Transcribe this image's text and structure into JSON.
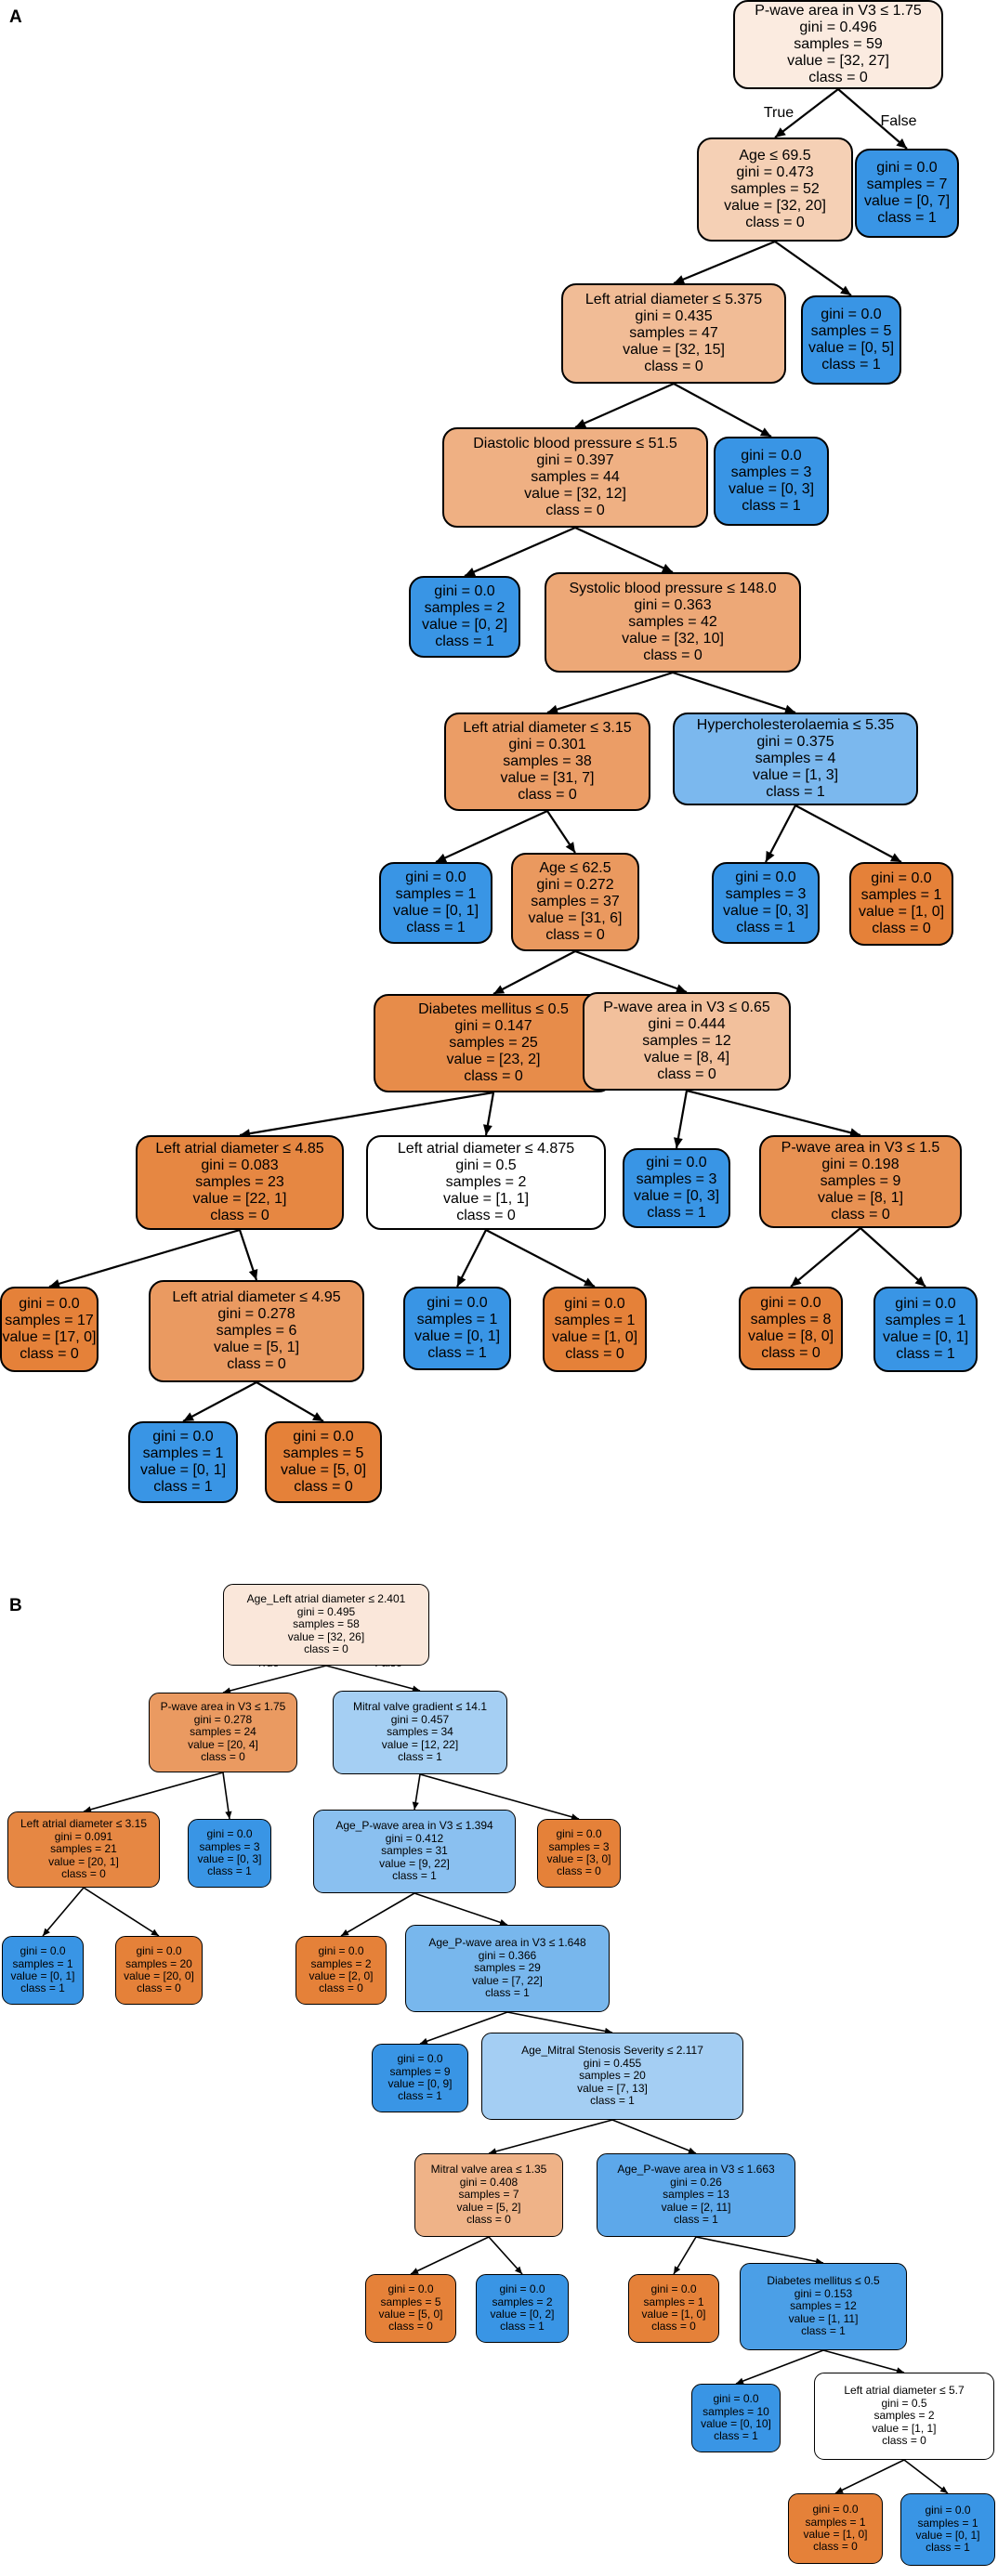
{
  "colors": {
    "class0": [
      229,
      129,
      57
    ],
    "class1": [
      57,
      149,
      229
    ],
    "line": "#000000",
    "background": "#ffffff"
  },
  "panel_a": {
    "label": "A",
    "true_label": "True",
    "false_label": "False",
    "nodes": [
      {
        "lines": [
          "P-wave area in V3 ≤ 1.75",
          "gini = 0.496",
          "samples = 59",
          "value = [32, 27]",
          "class = 0"
        ],
        "value": [
          32,
          27
        ],
        "class": 0
      },
      {
        "lines": [
          "Age ≤ 69.5",
          "gini = 0.473",
          "samples = 52",
          "value = [32, 20]",
          "class = 0"
        ],
        "value": [
          32,
          20
        ],
        "class": 0
      },
      {
        "lines": [
          "gini = 0.0",
          "samples = 7",
          "value = [0, 7]",
          "class = 1"
        ],
        "value": [
          0,
          7
        ],
        "class": 1
      },
      {
        "lines": [
          "Left atrial diameter ≤ 5.375",
          "gini = 0.435",
          "samples = 47",
          "value = [32, 15]",
          "class = 0"
        ],
        "value": [
          32,
          15
        ],
        "class": 0
      },
      {
        "lines": [
          "gini = 0.0",
          "samples = 5",
          "value = [0, 5]",
          "class = 1"
        ],
        "value": [
          0,
          5
        ],
        "class": 1
      },
      {
        "lines": [
          "Diastolic blood pressure ≤ 51.5",
          "gini = 0.397",
          "samples = 44",
          "value = [32, 12]",
          "class = 0"
        ],
        "value": [
          32,
          12
        ],
        "class": 0
      },
      {
        "lines": [
          "gini = 0.0",
          "samples = 3",
          "value = [0, 3]",
          "class = 1"
        ],
        "value": [
          0,
          3
        ],
        "class": 1
      },
      {
        "lines": [
          "gini = 0.0",
          "samples = 2",
          "value = [0, 2]",
          "class = 1"
        ],
        "value": [
          0,
          2
        ],
        "class": 1
      },
      {
        "lines": [
          "Systolic blood pressure ≤ 148.0",
          "gini = 0.363",
          "samples = 42",
          "value = [32, 10]",
          "class = 0"
        ],
        "value": [
          32,
          10
        ],
        "class": 0
      },
      {
        "lines": [
          "Left atrial diameter ≤ 3.15",
          "gini = 0.301",
          "samples = 38",
          "value = [31, 7]",
          "class = 0"
        ],
        "value": [
          31,
          7
        ],
        "class": 0
      },
      {
        "lines": [
          "Hypercholesterolaemia ≤ 5.35",
          "gini = 0.375",
          "samples = 4",
          "value = [1, 3]",
          "class = 1"
        ],
        "value": [
          1,
          3
        ],
        "class": 1
      },
      {
        "lines": [
          "gini = 0.0",
          "samples = 1",
          "value = [0, 1]",
          "class = 1"
        ],
        "value": [
          0,
          1
        ],
        "class": 1
      },
      {
        "lines": [
          "Age ≤ 62.5",
          "gini = 0.272",
          "samples = 37",
          "value = [31, 6]",
          "class = 0"
        ],
        "value": [
          31,
          6
        ],
        "class": 0
      },
      {
        "lines": [
          "gini = 0.0",
          "samples = 3",
          "value = [0, 3]",
          "class = 1"
        ],
        "value": [
          0,
          3
        ],
        "class": 1
      },
      {
        "lines": [
          "gini = 0.0",
          "samples = 1",
          "value = [1, 0]",
          "class = 0"
        ],
        "value": [
          1,
          0
        ],
        "class": 0
      },
      {
        "lines": [
          "Diabetes mellitus ≤ 0.5",
          "gini = 0.147",
          "samples = 25",
          "value = [23, 2]",
          "class = 0"
        ],
        "value": [
          23,
          2
        ],
        "class": 0
      },
      {
        "lines": [
          "P-wave area in V3 ≤ 0.65",
          "gini = 0.444",
          "samples = 12",
          "value = [8, 4]",
          "class = 0"
        ],
        "value": [
          8,
          4
        ],
        "class": 0
      },
      {
        "lines": [
          "Left atrial diameter ≤ 4.85",
          "gini = 0.083",
          "samples = 23",
          "value = [22, 1]",
          "class = 0"
        ],
        "value": [
          22,
          1
        ],
        "class": 0
      },
      {
        "lines": [
          "Left atrial diameter ≤ 4.875",
          "gini = 0.5",
          "samples = 2",
          "value = [1, 1]",
          "class = 0"
        ],
        "value": [
          1,
          1
        ],
        "class": 0
      },
      {
        "lines": [
          "gini = 0.0",
          "samples = 3",
          "value = [0, 3]",
          "class = 1"
        ],
        "value": [
          0,
          3
        ],
        "class": 1
      },
      {
        "lines": [
          "P-wave area in V3 ≤ 1.5",
          "gini = 0.198",
          "samples = 9",
          "value = [8, 1]",
          "class = 0"
        ],
        "value": [
          8,
          1
        ],
        "class": 0
      },
      {
        "lines": [
          "gini = 0.0",
          "samples = 17",
          "value = [17, 0]",
          "class = 0"
        ],
        "value": [
          17,
          0
        ],
        "class": 0
      },
      {
        "lines": [
          "Left atrial diameter ≤ 4.95",
          "gini = 0.278",
          "samples = 6",
          "value = [5, 1]",
          "class = 0"
        ],
        "value": [
          5,
          1
        ],
        "class": 0
      },
      {
        "lines": [
          "gini = 0.0",
          "samples = 1",
          "value = [0, 1]",
          "class = 1"
        ],
        "value": [
          0,
          1
        ],
        "class": 1
      },
      {
        "lines": [
          "gini = 0.0",
          "samples = 1",
          "value = [1, 0]",
          "class = 0"
        ],
        "value": [
          1,
          0
        ],
        "class": 0
      },
      {
        "lines": [
          "gini = 0.0",
          "samples = 8",
          "value = [8, 0]",
          "class = 0"
        ],
        "value": [
          8,
          0
        ],
        "class": 0
      },
      {
        "lines": [
          "gini = 0.0",
          "samples = 1",
          "value = [0, 1]",
          "class = 1"
        ],
        "value": [
          0,
          1
        ],
        "class": 1
      },
      {
        "lines": [
          "gini = 0.0",
          "samples = 1",
          "value = [0, 1]",
          "class = 1"
        ],
        "value": [
          0,
          1
        ],
        "class": 1
      },
      {
        "lines": [
          "gini = 0.0",
          "samples = 5",
          "value = [5, 0]",
          "class = 0"
        ],
        "value": [
          5,
          0
        ],
        "class": 0
      }
    ],
    "edges": [
      [
        0,
        1
      ],
      [
        0,
        2
      ],
      [
        1,
        3
      ],
      [
        1,
        4
      ],
      [
        3,
        5
      ],
      [
        3,
        6
      ],
      [
        5,
        7
      ],
      [
        5,
        8
      ],
      [
        8,
        9
      ],
      [
        8,
        10
      ],
      [
        9,
        11
      ],
      [
        9,
        12
      ],
      [
        10,
        13
      ],
      [
        10,
        14
      ],
      [
        12,
        15
      ],
      [
        12,
        16
      ],
      [
        15,
        17
      ],
      [
        15,
        18
      ],
      [
        16,
        19
      ],
      [
        16,
        20
      ],
      [
        17,
        21
      ],
      [
        17,
        22
      ],
      [
        18,
        23
      ],
      [
        18,
        24
      ],
      [
        20,
        25
      ],
      [
        20,
        26
      ],
      [
        22,
        27
      ],
      [
        22,
        28
      ]
    ]
  },
  "panel_b": {
    "label": "B",
    "true_label": "True",
    "false_label": "False",
    "nodes": [
      {
        "lines": [
          "Age_Left atrial diameter ≤ 2.401",
          "gini = 0.495",
          "samples = 58",
          "value = [32, 26]",
          "class = 0"
        ],
        "value": [
          32,
          26
        ],
        "class": 0
      },
      {
        "lines": [
          "P-wave area in V3 ≤ 1.75",
          "gini = 0.278",
          "samples = 24",
          "value = [20, 4]",
          "class = 0"
        ],
        "value": [
          20,
          4
        ],
        "class": 0
      },
      {
        "lines": [
          "Mitral valve gradient ≤ 14.1",
          "gini = 0.457",
          "samples = 34",
          "value = [12, 22]",
          "class = 1"
        ],
        "value": [
          12,
          22
        ],
        "class": 1
      },
      {
        "lines": [
          "Left atrial diameter ≤ 3.15",
          "gini = 0.091",
          "samples = 21",
          "value = [20, 1]",
          "class = 0"
        ],
        "value": [
          20,
          1
        ],
        "class": 0
      },
      {
        "lines": [
          "gini = 0.0",
          "samples = 3",
          "value = [0, 3]",
          "class = 1"
        ],
        "value": [
          0,
          3
        ],
        "class": 1
      },
      {
        "lines": [
          "Age_P-wave area in V3 ≤ 1.394",
          "gini = 0.412",
          "samples = 31",
          "value = [9, 22]",
          "class = 1"
        ],
        "value": [
          9,
          22
        ],
        "class": 1
      },
      {
        "lines": [
          "gini = 0.0",
          "samples = 3",
          "value = [3, 0]",
          "class = 0"
        ],
        "value": [
          3,
          0
        ],
        "class": 0
      },
      {
        "lines": [
          "gini = 0.0",
          "samples = 1",
          "value = [0, 1]",
          "class = 1"
        ],
        "value": [
          0,
          1
        ],
        "class": 1
      },
      {
        "lines": [
          "gini = 0.0",
          "samples = 20",
          "value = [20, 0]",
          "class = 0"
        ],
        "value": [
          20,
          0
        ],
        "class": 0
      },
      {
        "lines": [
          "gini = 0.0",
          "samples = 2",
          "value = [2, 0]",
          "class = 0"
        ],
        "value": [
          2,
          0
        ],
        "class": 0
      },
      {
        "lines": [
          "Age_P-wave area in V3 ≤ 1.648",
          "gini = 0.366",
          "samples = 29",
          "value = [7, 22]",
          "class = 1"
        ],
        "value": [
          7,
          22
        ],
        "class": 1
      },
      {
        "lines": [
          "gini = 0.0",
          "samples = 9",
          "value = [0, 9]",
          "class = 1"
        ],
        "value": [
          0,
          9
        ],
        "class": 1
      },
      {
        "lines": [
          "Age_Mitral Stenosis Severity ≤ 2.117",
          "gini = 0.455",
          "samples = 20",
          "value = [7, 13]",
          "class = 1"
        ],
        "value": [
          7,
          13
        ],
        "class": 1
      },
      {
        "lines": [
          "Mitral valve area ≤ 1.35",
          "gini = 0.408",
          "samples = 7",
          "value = [5, 2]",
          "class = 0"
        ],
        "value": [
          5,
          2
        ],
        "class": 0
      },
      {
        "lines": [
          "Age_P-wave area in V3 ≤ 1.663",
          "gini = 0.26",
          "samples = 13",
          "value = [2, 11]",
          "class = 1"
        ],
        "value": [
          2,
          11
        ],
        "class": 1
      },
      {
        "lines": [
          "gini = 0.0",
          "samples = 5",
          "value = [5, 0]",
          "class = 0"
        ],
        "value": [
          5,
          0
        ],
        "class": 0
      },
      {
        "lines": [
          "gini = 0.0",
          "samples = 2",
          "value = [0, 2]",
          "class = 1"
        ],
        "value": [
          0,
          2
        ],
        "class": 1
      },
      {
        "lines": [
          "gini = 0.0",
          "samples = 1",
          "value = [1, 0]",
          "class = 0"
        ],
        "value": [
          1,
          0
        ],
        "class": 0
      },
      {
        "lines": [
          "Diabetes mellitus ≤ 0.5",
          "gini = 0.153",
          "samples = 12",
          "value = [1, 11]",
          "class = 1"
        ],
        "value": [
          1,
          11
        ],
        "class": 1
      },
      {
        "lines": [
          "gini = 0.0",
          "samples = 10",
          "value = [0, 10]",
          "class = 1"
        ],
        "value": [
          0,
          10
        ],
        "class": 1
      },
      {
        "lines": [
          "Left atrial diameter ≤ 5.7",
          "gini = 0.5",
          "samples = 2",
          "value = [1, 1]",
          "class = 0"
        ],
        "value": [
          1,
          1
        ],
        "class": 0
      },
      {
        "lines": [
          "gini = 0.0",
          "samples = 1",
          "value = [1, 0]",
          "class = 0"
        ],
        "value": [
          1,
          0
        ],
        "class": 0
      },
      {
        "lines": [
          "gini = 0.0",
          "samples = 1",
          "value = [0, 1]",
          "class = 1"
        ],
        "value": [
          0,
          1
        ],
        "class": 1
      }
    ],
    "edges": [
      [
        0,
        1
      ],
      [
        0,
        2
      ],
      [
        1,
        3
      ],
      [
        1,
        4
      ],
      [
        2,
        5
      ],
      [
        2,
        6
      ],
      [
        3,
        7
      ],
      [
        3,
        8
      ],
      [
        5,
        9
      ],
      [
        5,
        10
      ],
      [
        10,
        11
      ],
      [
        10,
        12
      ],
      [
        12,
        13
      ],
      [
        12,
        14
      ],
      [
        13,
        15
      ],
      [
        13,
        16
      ],
      [
        14,
        17
      ],
      [
        14,
        18
      ],
      [
        18,
        19
      ],
      [
        18,
        20
      ],
      [
        20,
        21
      ],
      [
        20,
        22
      ]
    ]
  }
}
